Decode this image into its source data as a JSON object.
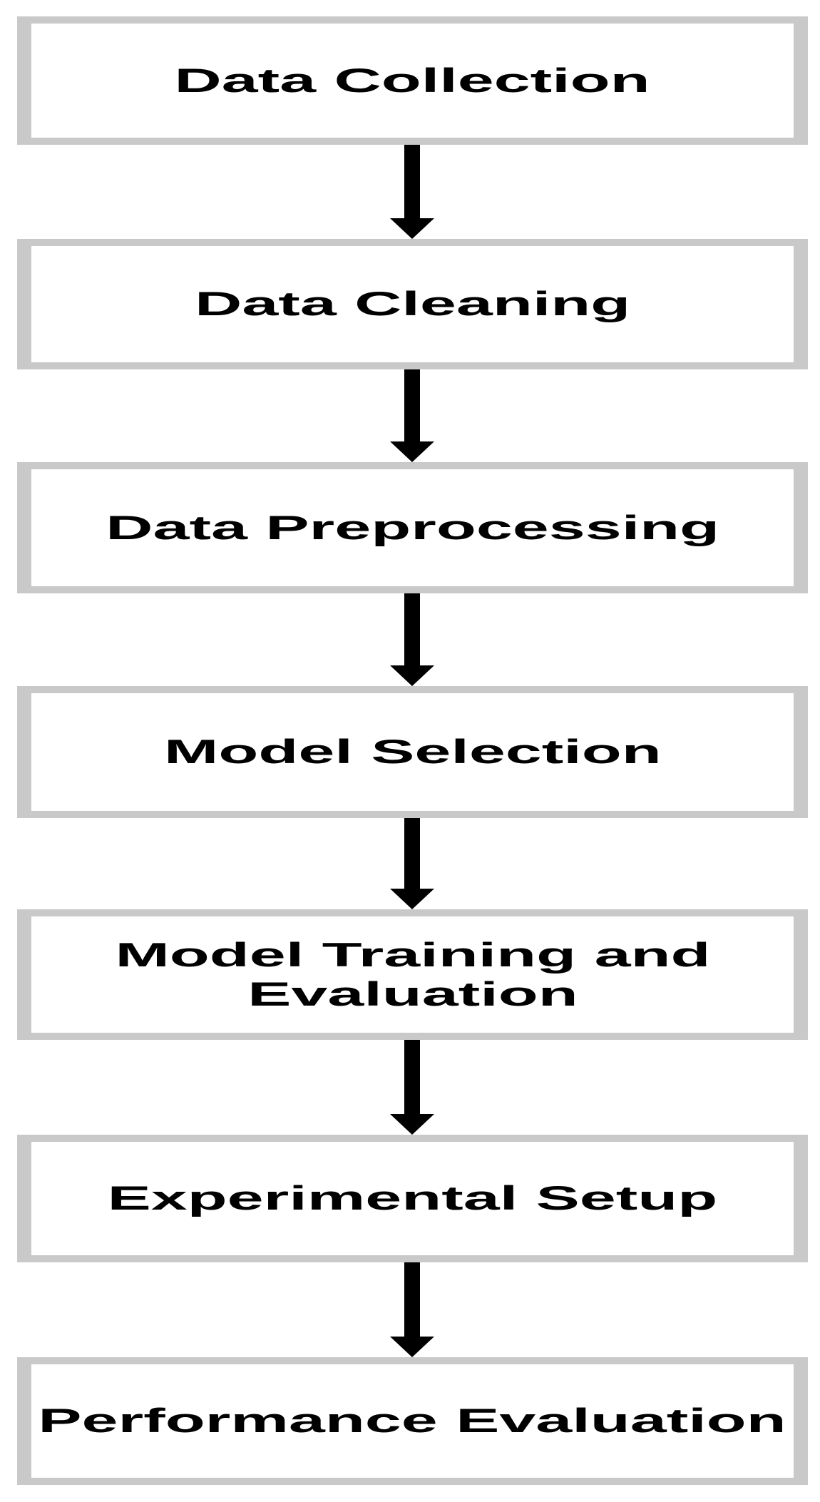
{
  "diagram_type": "flowchart",
  "boxes": [
    {
      "label": "Data Collection"
    },
    {
      "label": "Data Cleaning"
    },
    {
      "label": "Data Preprocessing"
    },
    {
      "label": "Model Selection"
    },
    {
      "label": "Model Training and Evaluation"
    },
    {
      "label": "Experimental Setup"
    },
    {
      "label": "Performance Evaluation"
    }
  ],
  "connectors": {
    "count": 6,
    "direction": "down"
  },
  "colors": {
    "box_border": "#c9c9c9",
    "box_fill": "#ffffff",
    "text": "#000000",
    "arrow": "#000000"
  }
}
